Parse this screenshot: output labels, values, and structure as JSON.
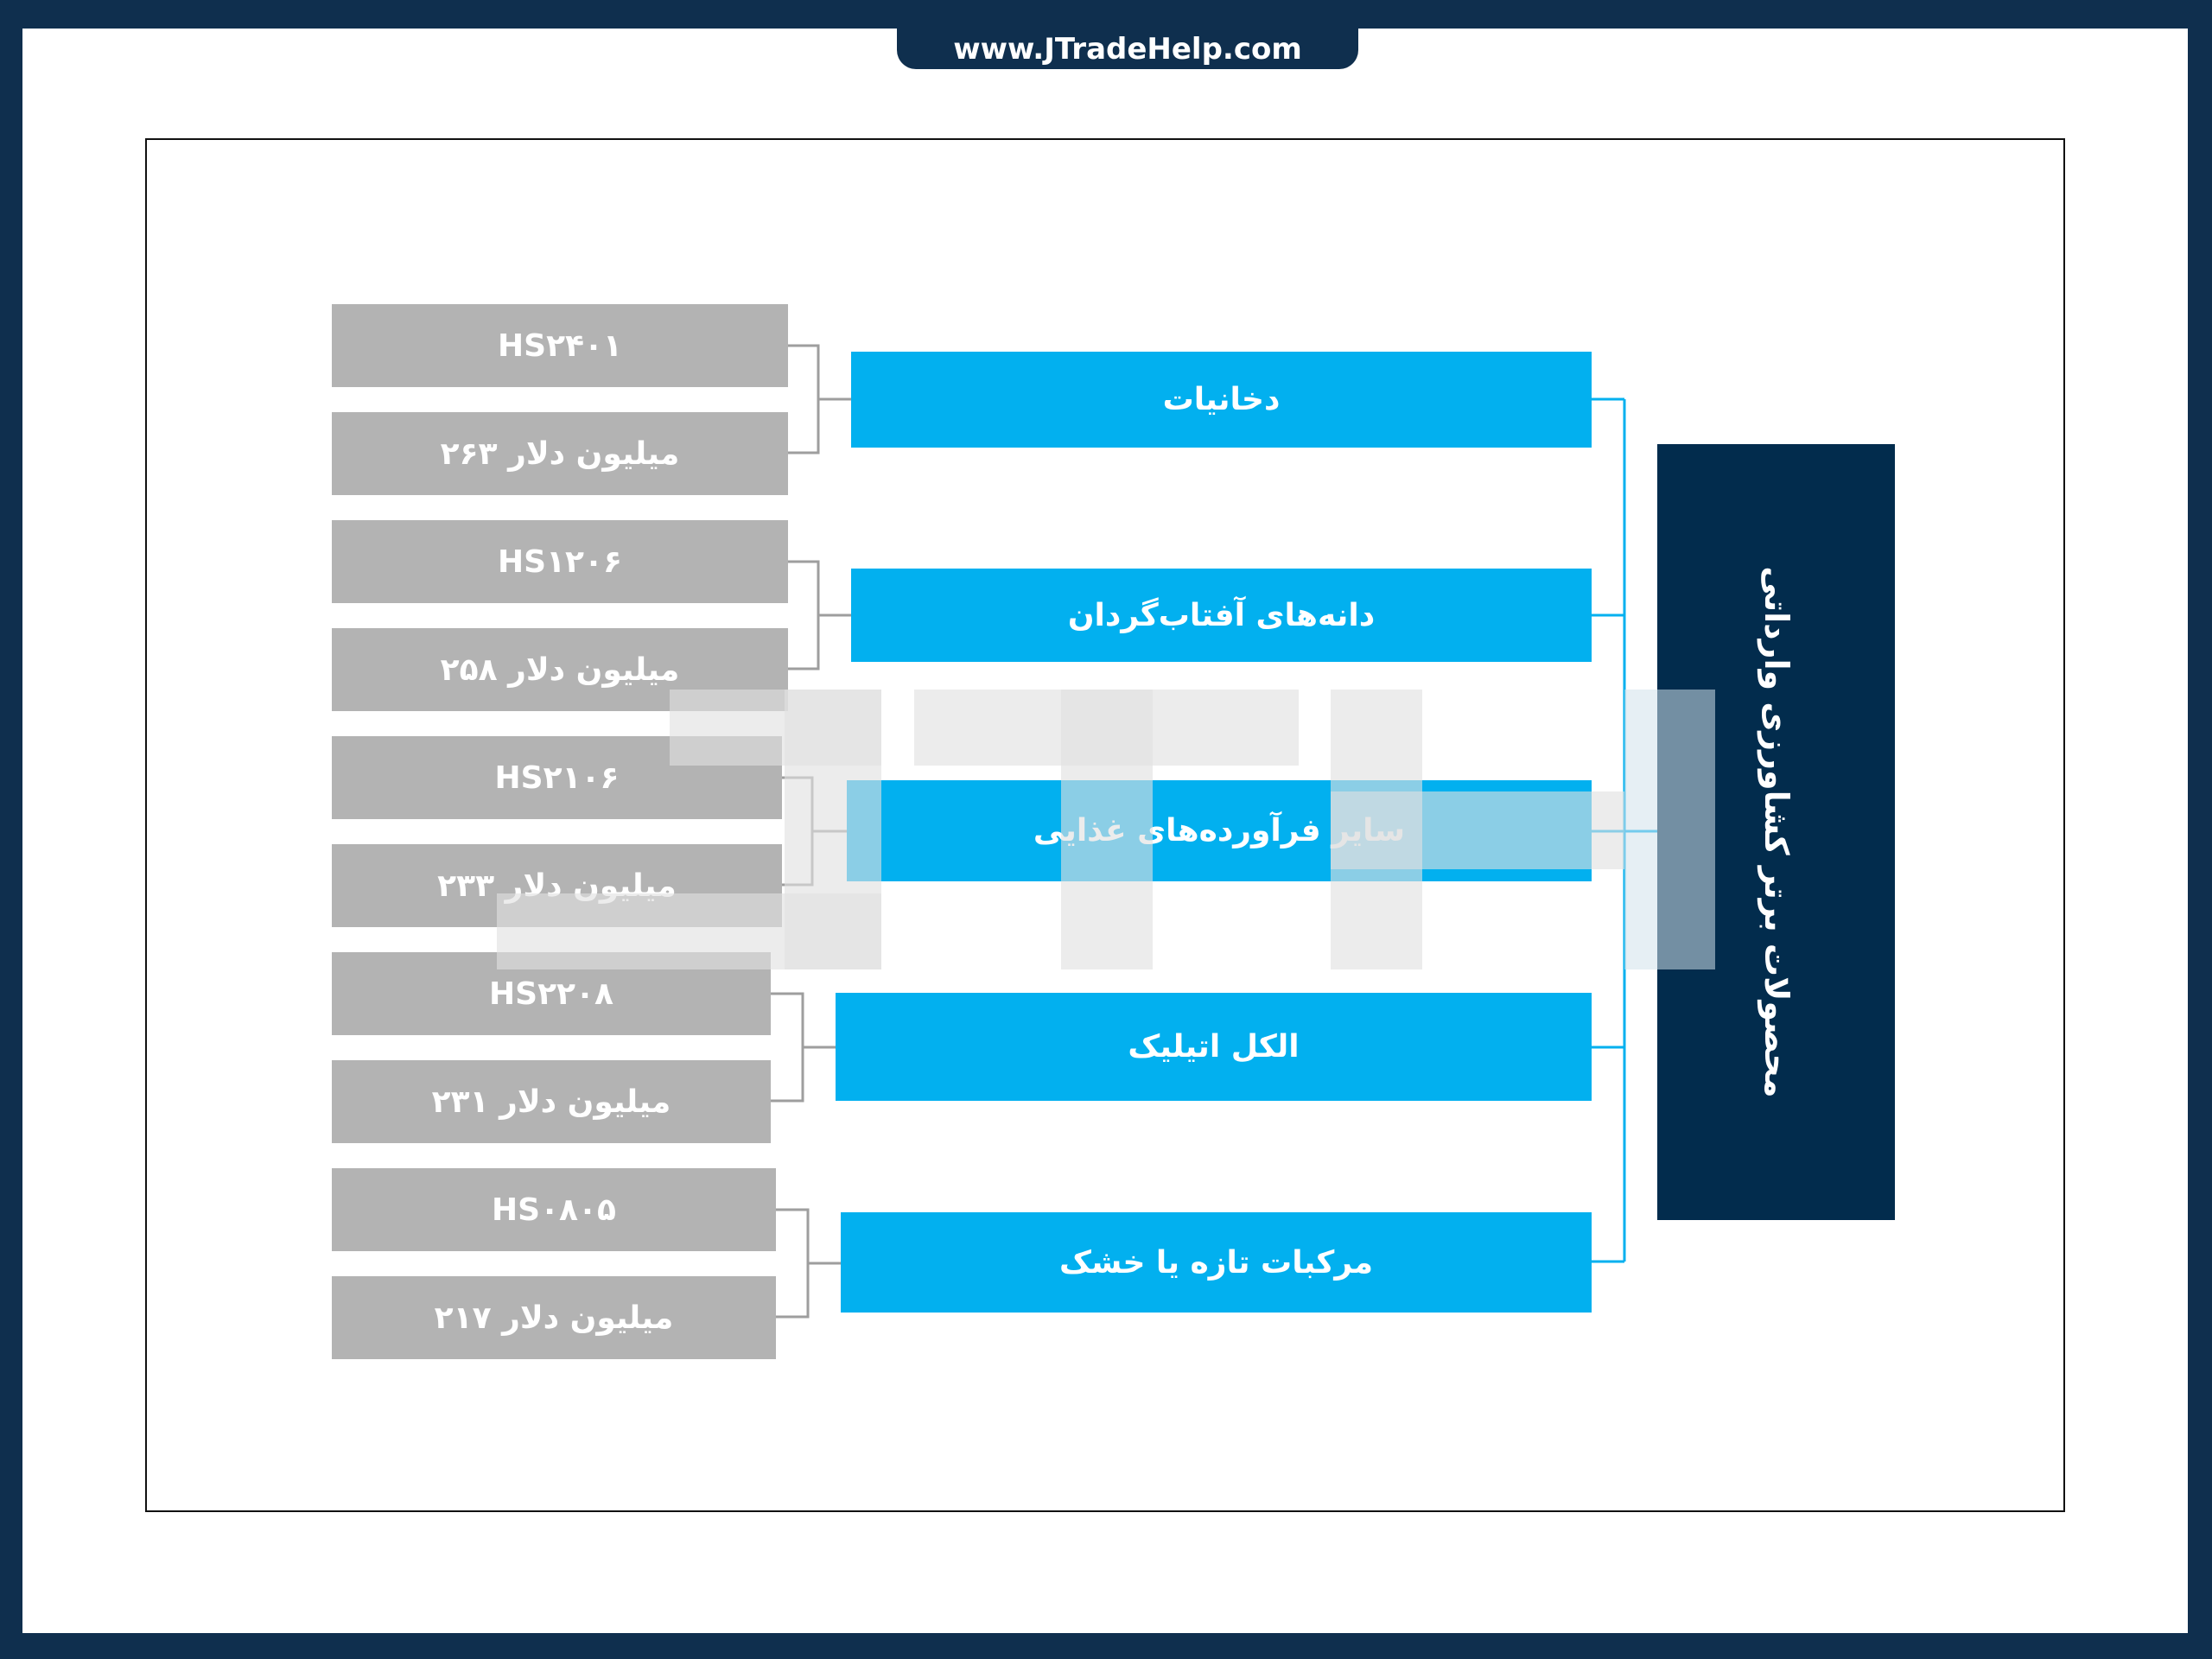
{
  "header": {
    "site": "www.JTradeHelp.com"
  },
  "diagram": {
    "root": "محصولات برتر کشاورزی وارداتی",
    "categories": [
      {
        "name": "دخانیات",
        "code": "HS۲۴۰۱",
        "value": "۲۶۳ میلیون دلار"
      },
      {
        "name": "دانه‌های آفتاب‌گردان",
        "code": "HS۱۲۰۶",
        "value": "۲۵۸ میلیون دلار"
      },
      {
        "name": "سایر فرآورده‌های غذایی",
        "code": "HS۲۱۰۶",
        "value": "۲۳۳ میلیون دلار"
      },
      {
        "name": "الکل اتیلیک",
        "code": "HS۲۲۰۸",
        "value": "۲۳۱ میلیون دلار"
      },
      {
        "name": "مرکبات تازه یا خشک",
        "code": "HS۰۸۰۵",
        "value": "۲۱۷ میلیون دلار"
      }
    ]
  },
  "colors": {
    "background": "#0f2f4e",
    "root": "#022c4d",
    "category": "#02b0ef",
    "detail": "#b3b3b3",
    "connector": "#02b0ef",
    "bracket": "#9e9e9e"
  },
  "watermark": {
    "icon": "jth-logo-watermark"
  }
}
